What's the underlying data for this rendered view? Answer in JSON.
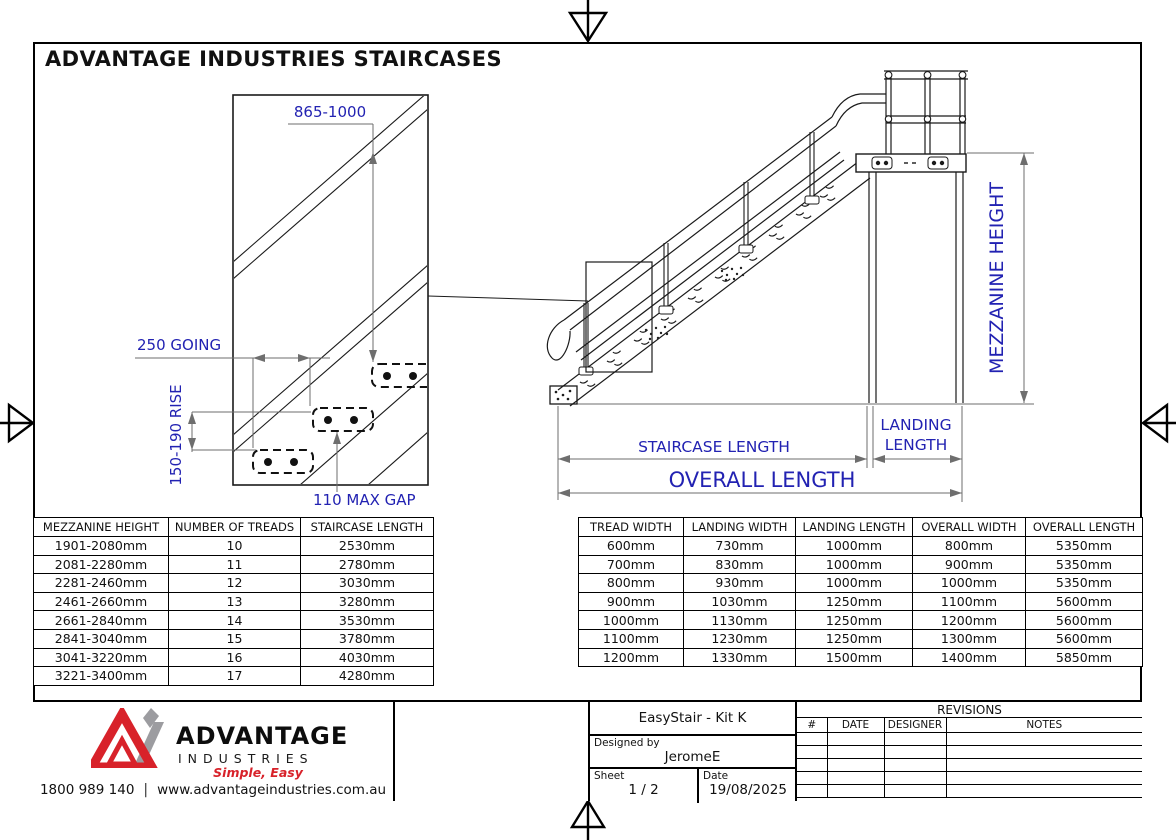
{
  "title": "ADVANTAGE INDUSTRIES STAIRCASES",
  "detail_view": {
    "rail_height": "865-1000",
    "going": "250 GOING",
    "rise": "150-190 RISE",
    "max_gap": "110 MAX GAP"
  },
  "main_view": {
    "mezzanine_height": "MEZZANINE HEIGHT",
    "staircase_length": "STAIRCASE LENGTH",
    "landing_line1": "LANDING",
    "landing_line2": "LENGTH",
    "overall_length": "OVERALL LENGTH"
  },
  "left_table": {
    "headers": [
      "MEZZANINE HEIGHT",
      "NUMBER OF TREADS",
      "STAIRCASE LENGTH"
    ],
    "rows": [
      [
        "1901-2080mm",
        "10",
        "2530mm"
      ],
      [
        "2081-2280mm",
        "11",
        "2780mm"
      ],
      [
        "2281-2460mm",
        "12",
        "3030mm"
      ],
      [
        "2461-2660mm",
        "13",
        "3280mm"
      ],
      [
        "2661-2840mm",
        "14",
        "3530mm"
      ],
      [
        "2841-3040mm",
        "15",
        "3780mm"
      ],
      [
        "3041-3220mm",
        "16",
        "4030mm"
      ],
      [
        "3221-3400mm",
        "17",
        "4280mm"
      ]
    ]
  },
  "right_table": {
    "headers": [
      "TREAD WIDTH",
      "LANDING WIDTH",
      "LANDING LENGTH",
      "OVERALL WIDTH",
      "OVERALL LENGTH"
    ],
    "rows": [
      [
        "600mm",
        "730mm",
        "1000mm",
        "800mm",
        "5350mm"
      ],
      [
        "700mm",
        "830mm",
        "1000mm",
        "900mm",
        "5350mm"
      ],
      [
        "800mm",
        "930mm",
        "1000mm",
        "1000mm",
        "5350mm"
      ],
      [
        "900mm",
        "1030mm",
        "1250mm",
        "1100mm",
        "5600mm"
      ],
      [
        "1000mm",
        "1130mm",
        "1250mm",
        "1200mm",
        "5600mm"
      ],
      [
        "1100mm",
        "1230mm",
        "1250mm",
        "1300mm",
        "5600mm"
      ],
      [
        "1200mm",
        "1330mm",
        "1500mm",
        "1400mm",
        "5850mm"
      ]
    ]
  },
  "title_block": {
    "logo": {
      "brand": "ADVANTAGE",
      "subbrand": "INDUSTRIES",
      "tagline": "Simple, Easy",
      "phone": "1800 989 140",
      "separator": "|",
      "website": "www.advantageindustries.com.au"
    },
    "kit_name": "EasyStair - Kit K",
    "designed_by_label": "Designed by",
    "designer": "JeromeE",
    "sheet_label": "Sheet",
    "sheet_value": "1 / 2",
    "date_label": "Date",
    "date_value": "19/08/2025",
    "revisions": {
      "title": "REVISIONS",
      "columns": [
        "#",
        "DATE",
        "DESIGNER",
        "NOTES"
      ],
      "empty_row_count": 5
    }
  },
  "colors": {
    "dimension_blue": "#2222b2",
    "logo_red": "#d8222a",
    "logo_gray": "#9c9ca0",
    "line_black": "#1a1a1a",
    "dim_line_gray": "#6e6e6e"
  }
}
